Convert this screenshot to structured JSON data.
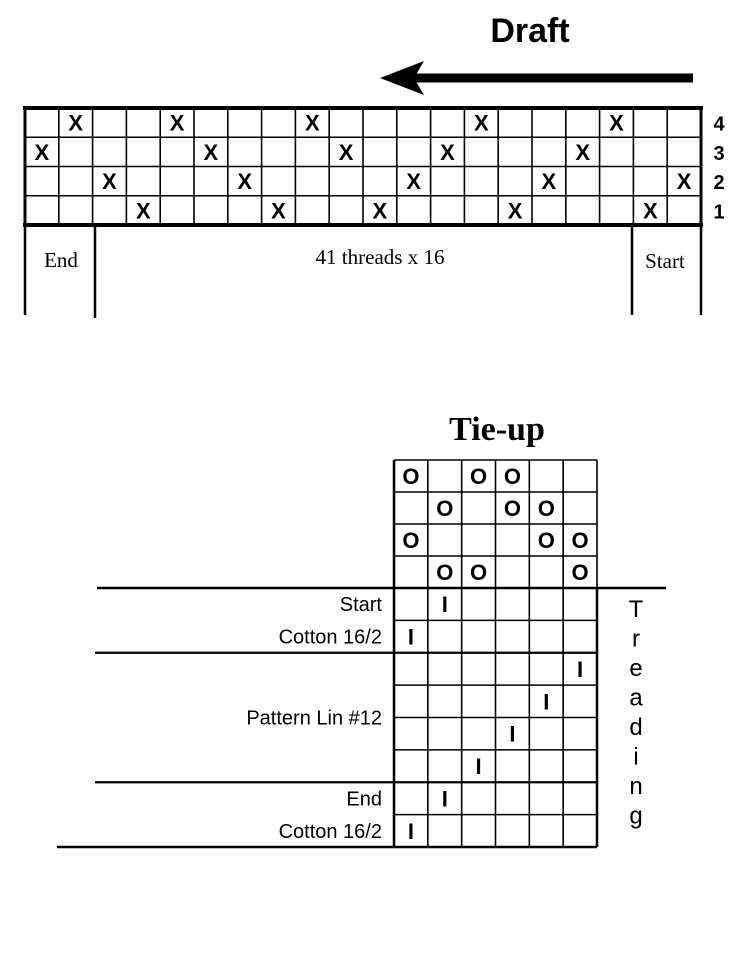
{
  "draft": {
    "title": "Draft",
    "shaft_labels": [
      "4",
      "3",
      "2",
      "1"
    ],
    "threading": [
      [
        false,
        true,
        false,
        false,
        true,
        false,
        false,
        false,
        true,
        false,
        false,
        false,
        false,
        true,
        false,
        false,
        false,
        true,
        false,
        false
      ],
      [
        true,
        false,
        false,
        false,
        false,
        true,
        false,
        false,
        false,
        true,
        false,
        false,
        true,
        false,
        false,
        false,
        true,
        false,
        false,
        false
      ],
      [
        false,
        false,
        true,
        false,
        false,
        false,
        true,
        false,
        false,
        false,
        false,
        true,
        false,
        false,
        false,
        true,
        false,
        false,
        false,
        true
      ],
      [
        false,
        false,
        false,
        true,
        false,
        false,
        false,
        true,
        false,
        false,
        true,
        false,
        false,
        false,
        true,
        false,
        false,
        false,
        true,
        false
      ]
    ],
    "mark": "X",
    "end_label": "End",
    "middle_label": "41 threads x 16",
    "start_label": "Start"
  },
  "tieup": {
    "title": "Tie-up",
    "grid": [
      [
        true,
        false,
        true,
        true,
        false,
        false
      ],
      [
        false,
        true,
        false,
        true,
        true,
        false
      ],
      [
        true,
        false,
        false,
        false,
        true,
        true
      ],
      [
        false,
        true,
        true,
        false,
        false,
        true
      ]
    ],
    "mark": "O"
  },
  "treadling": {
    "side_label": "Treading",
    "mark": "I",
    "rows": [
      1,
      0,
      5,
      4,
      3,
      2,
      1,
      0
    ],
    "labels": [
      {
        "text": "Start",
        "row": 0
      },
      {
        "text": "Cotton 16/2",
        "row": 1
      },
      {
        "text": "Pattern Lin #12",
        "row": 3.5
      },
      {
        "text": "End",
        "row": 6
      },
      {
        "text": "Cotton 16/2",
        "row": 7
      }
    ]
  }
}
